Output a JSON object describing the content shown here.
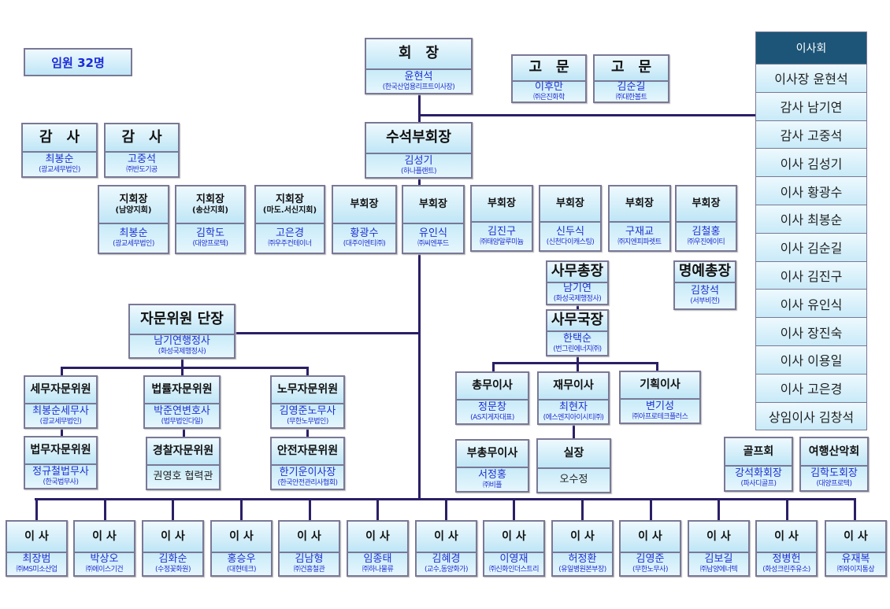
{
  "total_label": "임원 32명",
  "board": {
    "title": "이사회",
    "members": [
      "이사장 윤현석",
      "감사 남기연",
      "감사 고중석",
      "이사 김성기",
      "이사 황광수",
      "이사 최봉순",
      "이사 김순길",
      "이사 김진구",
      "이사 유인식",
      "이사 장진숙",
      "이사 이용일",
      "이사 고은경",
      "상임이사 김창석"
    ]
  },
  "boxes": {
    "chairman": {
      "title": "회　장",
      "name": "윤현석",
      "org": "(한국산업용리프트이사장)"
    },
    "advisor1": {
      "title": "고　문",
      "name": "이후만",
      "org": "㈜은진화학"
    },
    "advisor2": {
      "title": "고　문",
      "name": "김순길",
      "org": "㈜대한볼트"
    },
    "senior_vp": {
      "title": "수석부회장",
      "name": "김성기",
      "org": "(하나플랜트)"
    },
    "auditor1": {
      "title": "감　사",
      "name": "최봉순",
      "org": "(광교세무법인)"
    },
    "auditor2": {
      "title": "감　사",
      "name": "고중석",
      "org": "㈜반도기공"
    },
    "branch1": {
      "title": "지회장",
      "sub": "(남양지회)",
      "name": "최봉순",
      "org": "(광교세무법인)"
    },
    "branch2": {
      "title": "지회장",
      "sub": "(송산지회)",
      "name": "김학도",
      "org": "(대양프로텍)"
    },
    "branch3": {
      "title": "지회장",
      "sub": "(마도.서신지회)",
      "name": "고은경",
      "org": "㈜우주컨테이너"
    },
    "vp1": {
      "title": "부회장",
      "name": "황광수",
      "org": "(대주이엔티㈜)"
    },
    "vp2": {
      "title": "부회장",
      "name": "유인식",
      "org": "㈜씨엔푸드"
    },
    "vp3": {
      "title": "부회장",
      "name": "김진구",
      "org": "㈜태양알루미늄"
    },
    "vp4": {
      "title": "부회장",
      "name": "신두식",
      "org": "(신천다이캐스팅)"
    },
    "vp5": {
      "title": "부회장",
      "name": "구재교",
      "org": "㈜지엔피파렛트"
    },
    "vp6": {
      "title": "부회장",
      "name": "김철홍",
      "org": "㈜우진에이티"
    },
    "sec_general": {
      "title": "사무총장",
      "name": "남기연",
      "org": "(화성국제행정사)"
    },
    "honorary": {
      "title": "명예총장",
      "name": "김창석",
      "org": "(서부비전)"
    },
    "counsel_head": {
      "title": "자문위원 단장",
      "name": "남기연행정사",
      "org": "(화성국제행정사)"
    },
    "sec_director": {
      "title": "사무국장",
      "name": "한택순",
      "org": "(번그린에너지㈜)"
    },
    "tax": {
      "title": "세무자문위원",
      "name": "최봉순세무사",
      "org": "(광교세무법인)"
    },
    "legal": {
      "title": "법률자문위원",
      "name": "박준연변호사",
      "org": "(법무법인다일)"
    },
    "labor": {
      "title": "노무자문위원",
      "name": "김영준노무사",
      "org": "(무한노무법인)"
    },
    "judicial": {
      "title": "법무자문위원",
      "name": "정규철법무사",
      "org": "(한국법무사)"
    },
    "police": {
      "title": "경찰자문위원",
      "name": "권영호 협력관",
      "org": ""
    },
    "safety": {
      "title": "안전자문위원",
      "name": "한기운이사장",
      "org": "(한국안전관리사협회)"
    },
    "general_affairs": {
      "title": "총무이사",
      "name": "정문창",
      "org": "(AS지게자대표)"
    },
    "finance": {
      "title": "재무이사",
      "name": "최현자",
      "org": "(에스엔지아이시티㈜)"
    },
    "planning": {
      "title": "기획이사",
      "name": "변기성",
      "org": "㈜아프로테크플러스"
    },
    "deputy_ga": {
      "title": "부총무이사",
      "name": "서정홍",
      "org": "㈜비플"
    },
    "office_chief": {
      "title": "실장",
      "name": "오수정",
      "org": ""
    },
    "golf": {
      "title": "골프회",
      "name": "강석화회장",
      "org": "(파사디골프)"
    },
    "hiking": {
      "title": "여행산악회",
      "name": "김학도회장",
      "org": "(대양프로텍)"
    }
  },
  "directors": [
    {
      "title": "이 사",
      "name": "최장범",
      "org": "㈜MS미소산업"
    },
    {
      "title": "이 사",
      "name": "박상오",
      "org": "㈜에이스기건"
    },
    {
      "title": "이 사",
      "name": "김화순",
      "org": "(수정꽃화원)"
    },
    {
      "title": "이 사",
      "name": "홍승우",
      "org": "(대현테크)"
    },
    {
      "title": "이 사",
      "name": "김남형",
      "org": "㈜건흥철관"
    },
    {
      "title": "이 사",
      "name": "임종태",
      "org": "㈜하나물류"
    },
    {
      "title": "이 사",
      "name": "김혜경",
      "org": "(교수,동양화가)"
    },
    {
      "title": "이 사",
      "name": "이영재",
      "org": "㈜신화인더스트리"
    },
    {
      "title": "이 사",
      "name": "허정환",
      "org": "(유일병원본부장)"
    },
    {
      "title": "이 사",
      "name": "김영준",
      "org": "(무한노무사)"
    },
    {
      "title": "이 사",
      "name": "김보길",
      "org": "㈜남양에너텍"
    },
    {
      "title": "이 사",
      "name": "정병헌",
      "org": "(화성크린주유소)"
    },
    {
      "title": "이 사",
      "name": "유재복",
      "org": "㈜와이지통상"
    }
  ]
}
